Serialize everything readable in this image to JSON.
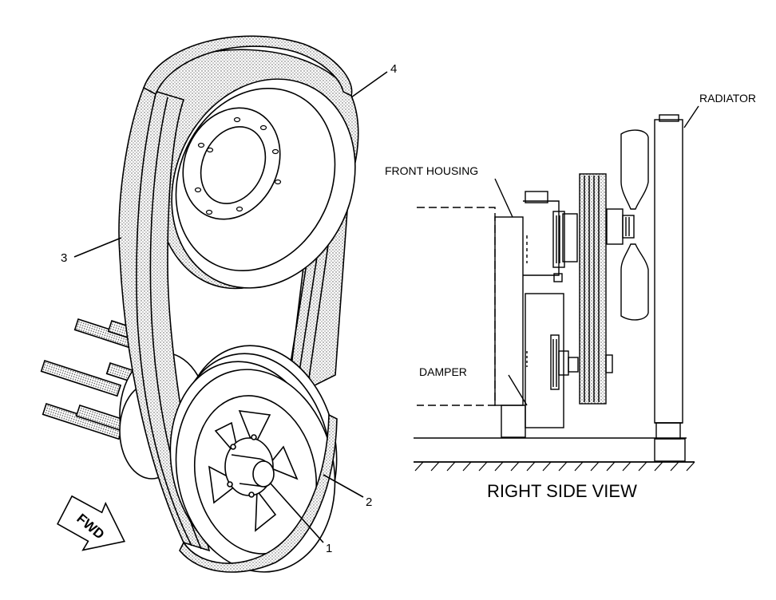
{
  "callouts": {
    "c1": "1",
    "c2": "2",
    "c3": "3",
    "c4": "4"
  },
  "arrow": {
    "label": "FWD"
  },
  "side_view": {
    "title": "RIGHT SIDE VIEW",
    "labels": {
      "radiator": "RADIATOR",
      "front_housing": "FRONT HOUSING",
      "damper": "DAMPER"
    }
  },
  "colors": {
    "ink": "#000000",
    "belt_stipple": "#555555",
    "background": "#ffffff"
  }
}
